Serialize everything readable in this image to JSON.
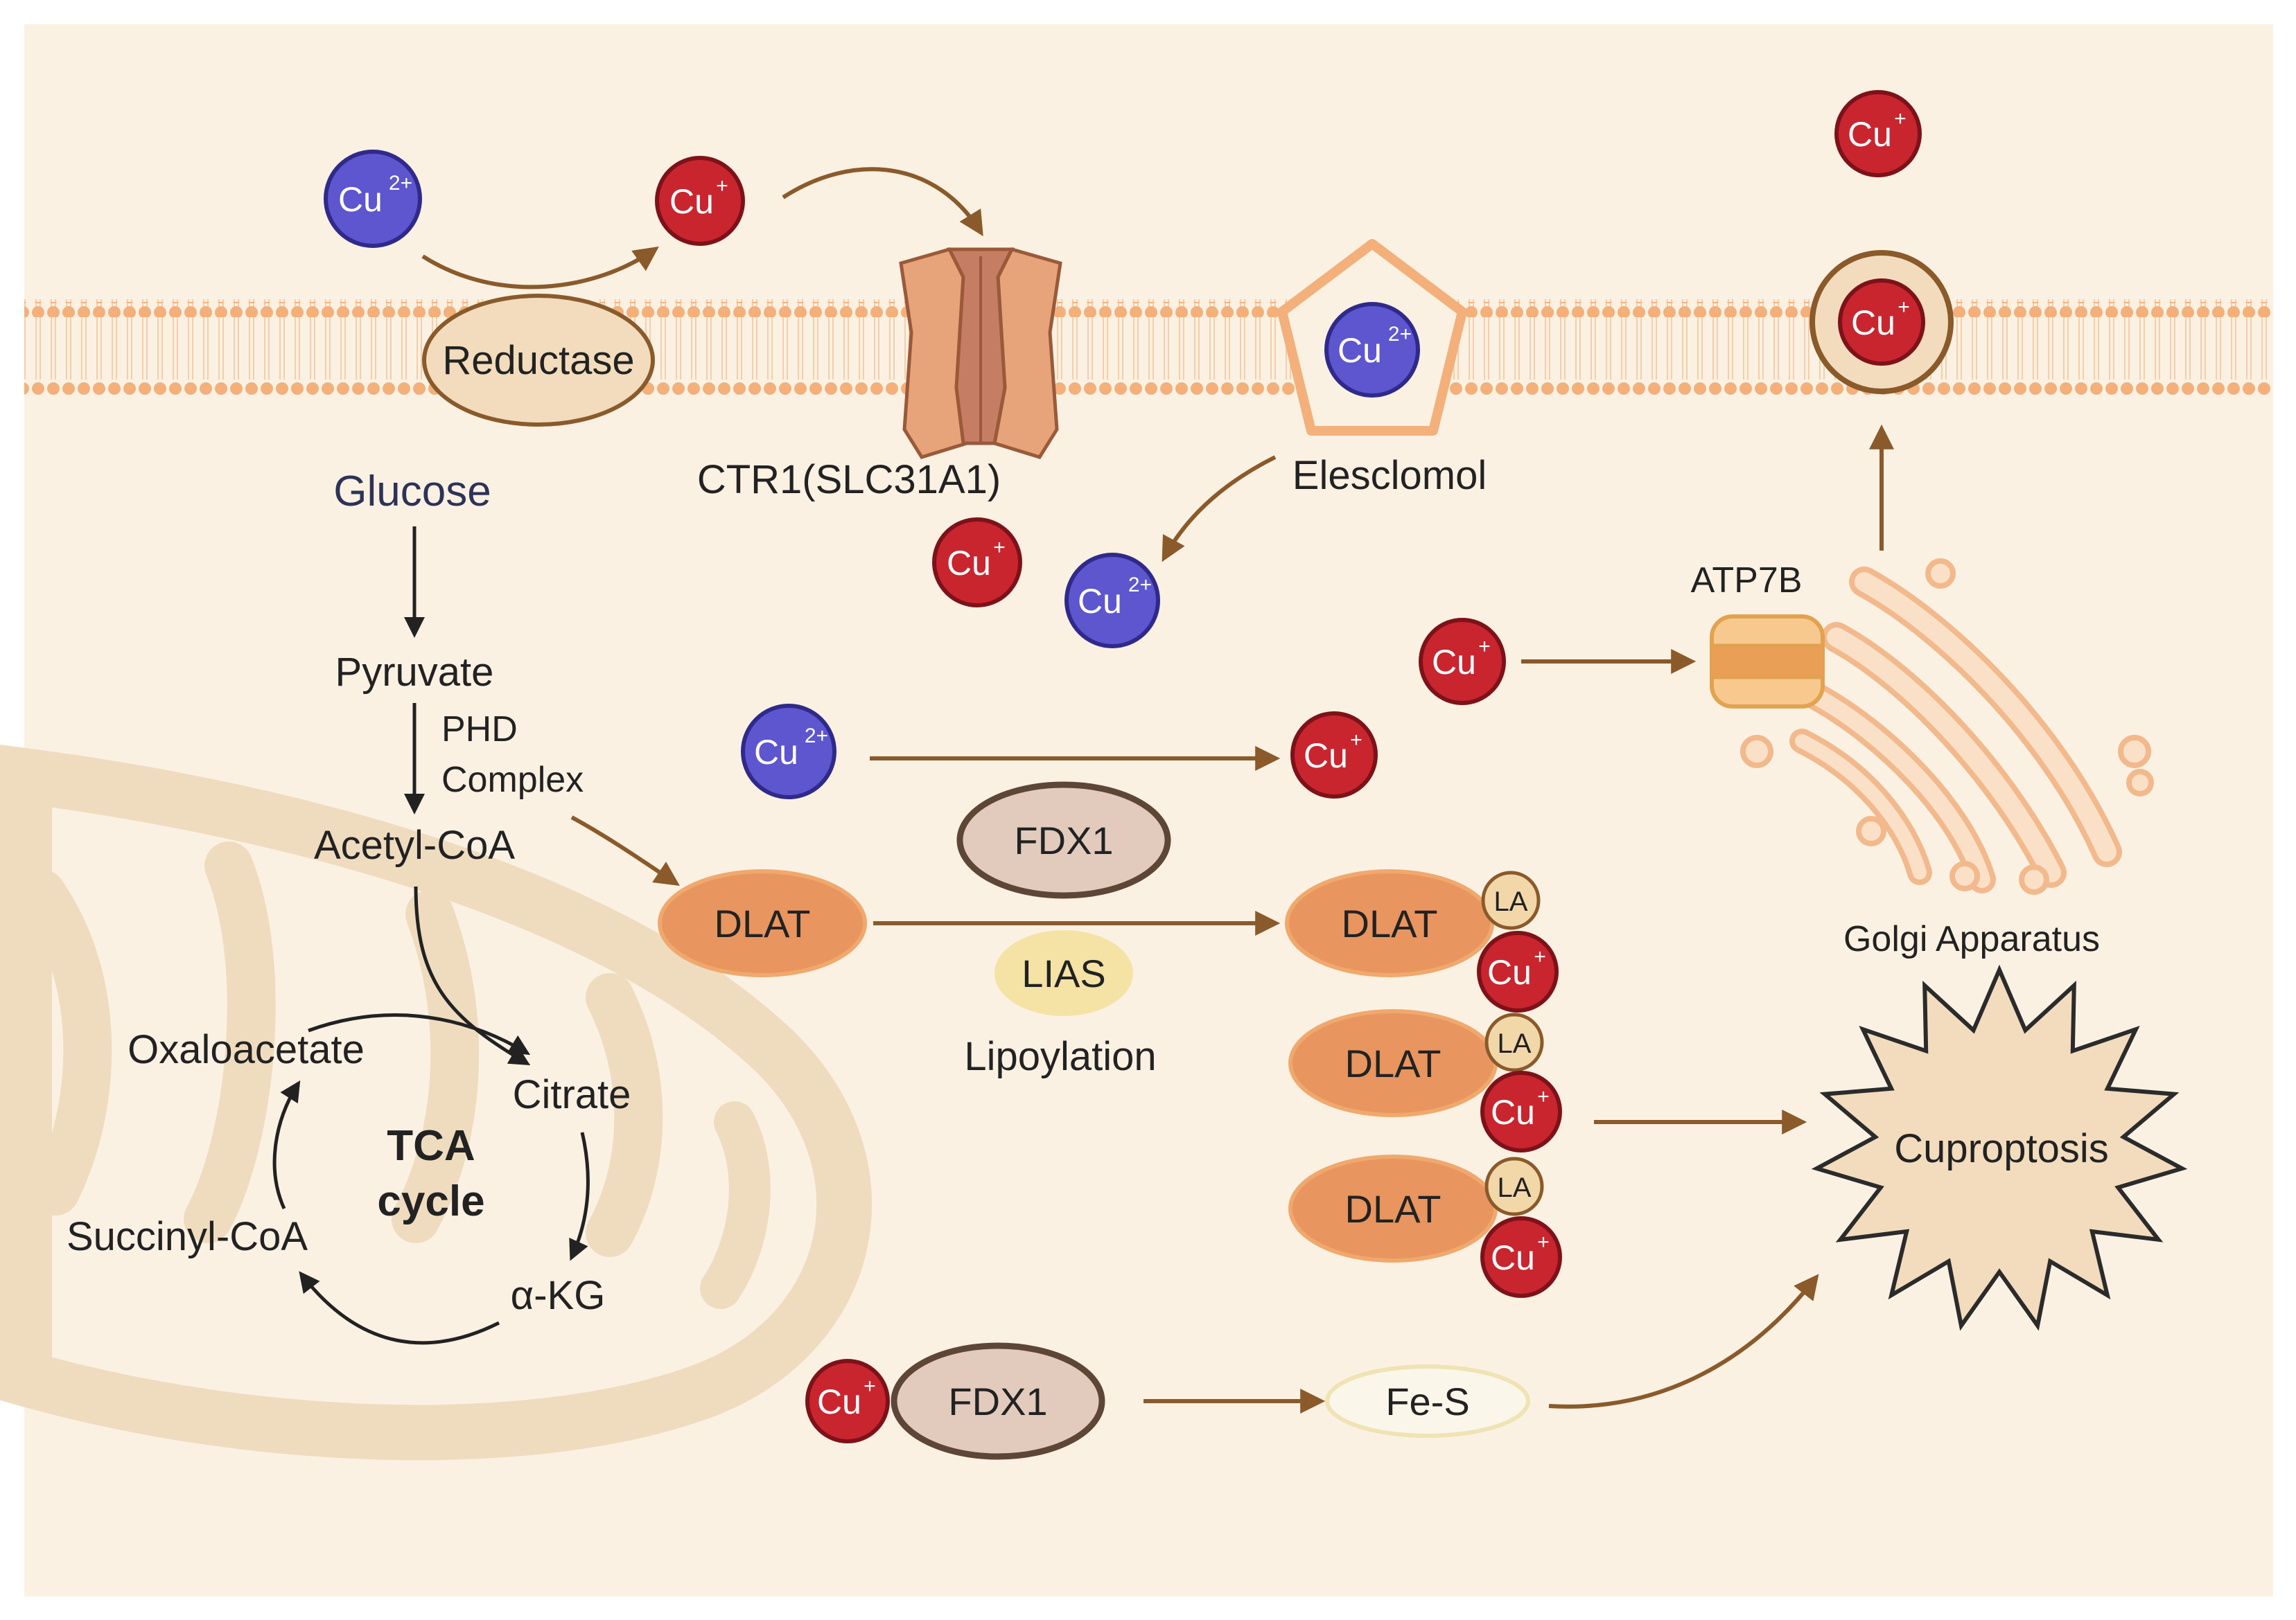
{
  "colors": {
    "background": "#fbf1e3",
    "membrane": "#f3b07a",
    "cu2_ion": "#5d56cf",
    "cu1_ion": "#c9252f",
    "orange_blob": "#e8955f",
    "arrow_brown": "#8a5a2b",
    "mitochondria": "#efdcbf"
  },
  "ions": {
    "cu": "Cu",
    "two_plus": "2+",
    "plus": "+"
  },
  "labels": {
    "reductase": "Reductase",
    "ctr1": "CTR1(SLC31A1)",
    "elesclomol": "Elesclomol",
    "glucose": "Glucose",
    "pyruvate": "Pyruvate",
    "phd_line1": "PHD",
    "phd_line2": "Complex",
    "acetyl_coa": "Acetyl-CoA",
    "oxaloacetate": "Oxaloacetate",
    "citrate": "Citrate",
    "tca_line1": "TCA",
    "tca_line2": "cycle",
    "succinyl_coa": "Succinyl-CoA",
    "akg": "α-KG",
    "dlat": "DLAT",
    "fdx1": "FDX1",
    "lias": "LIAS",
    "lipoylation": "Lipoylation",
    "la": "LA",
    "atp7b": "ATP7B",
    "golgi": "Golgi Apparatus",
    "cuproptosis": "Cuproptosis",
    "fes": "Fe-S"
  }
}
